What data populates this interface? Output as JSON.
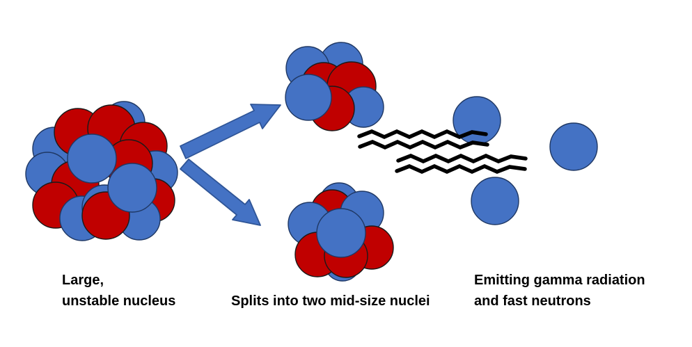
{
  "diagram": {
    "type": "nuclear-fission-process",
    "labels": {
      "large_nucleus": "Large,\nunstable nucleus",
      "splits": "Splits into two mid-size nuclei",
      "emitting": "Emitting gamma radiation\nand fast neutrons"
    },
    "components": [
      "large-unstable-nucleus",
      "fission-arrow-up",
      "fission-arrow-down",
      "mid-size-nucleus-top",
      "mid-size-nucleus-bottom",
      "gamma-ray-waves",
      "fast-neutrons"
    ],
    "fast_neutron_count": 3,
    "gamma_wave_count": 4
  },
  "colors": {
    "background": "#ffffff",
    "text": "#000000",
    "proton": "#C00000",
    "proton_outline": "#1a1a1a",
    "neutron": "#4472C4",
    "neutron_outline": "#1F3864",
    "arrow_fill": "#4472C4",
    "arrow_outline": "#2F5597",
    "gamma_ray": "#000000"
  }
}
